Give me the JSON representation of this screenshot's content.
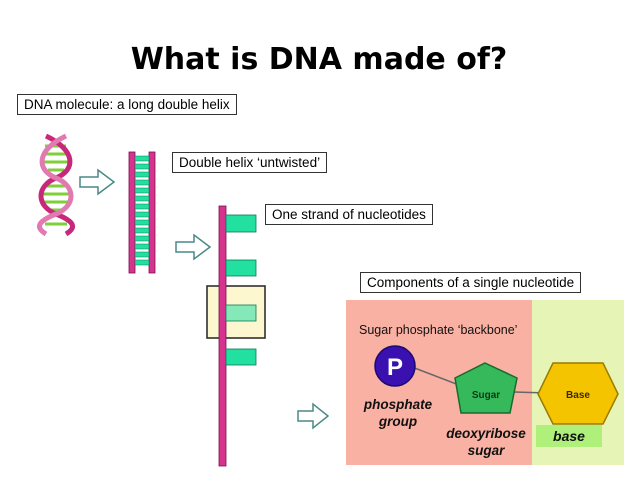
{
  "title": "What is DNA made of?",
  "labels": {
    "molecule": "DNA molecule: a long double helix",
    "untwisted": "Double helix ‘untwisted’",
    "strand": "One strand of nucleotides",
    "components": "Components of a single nucleotide",
    "backbone": "Sugar phosphate ‘backbone’",
    "phosphate_group_line1": "phosphate",
    "phosphate_group_line2": "group",
    "deoxyribose_line1": "deoxyribose",
    "deoxyribose_line2": "sugar",
    "base_tag": "base"
  },
  "shapes": {
    "phosphate_letter": "P",
    "sugar_text": "Sugar",
    "base_text": "Base"
  },
  "colors": {
    "helix_pink": "#d6338f",
    "rung_green": "#22e0a0",
    "backbone_panel": "#f9b1a3",
    "base_panel": "#e6f5b5",
    "phosphate": "#3a10b0",
    "sugar": "#35b95a",
    "base": "#f5c400"
  }
}
